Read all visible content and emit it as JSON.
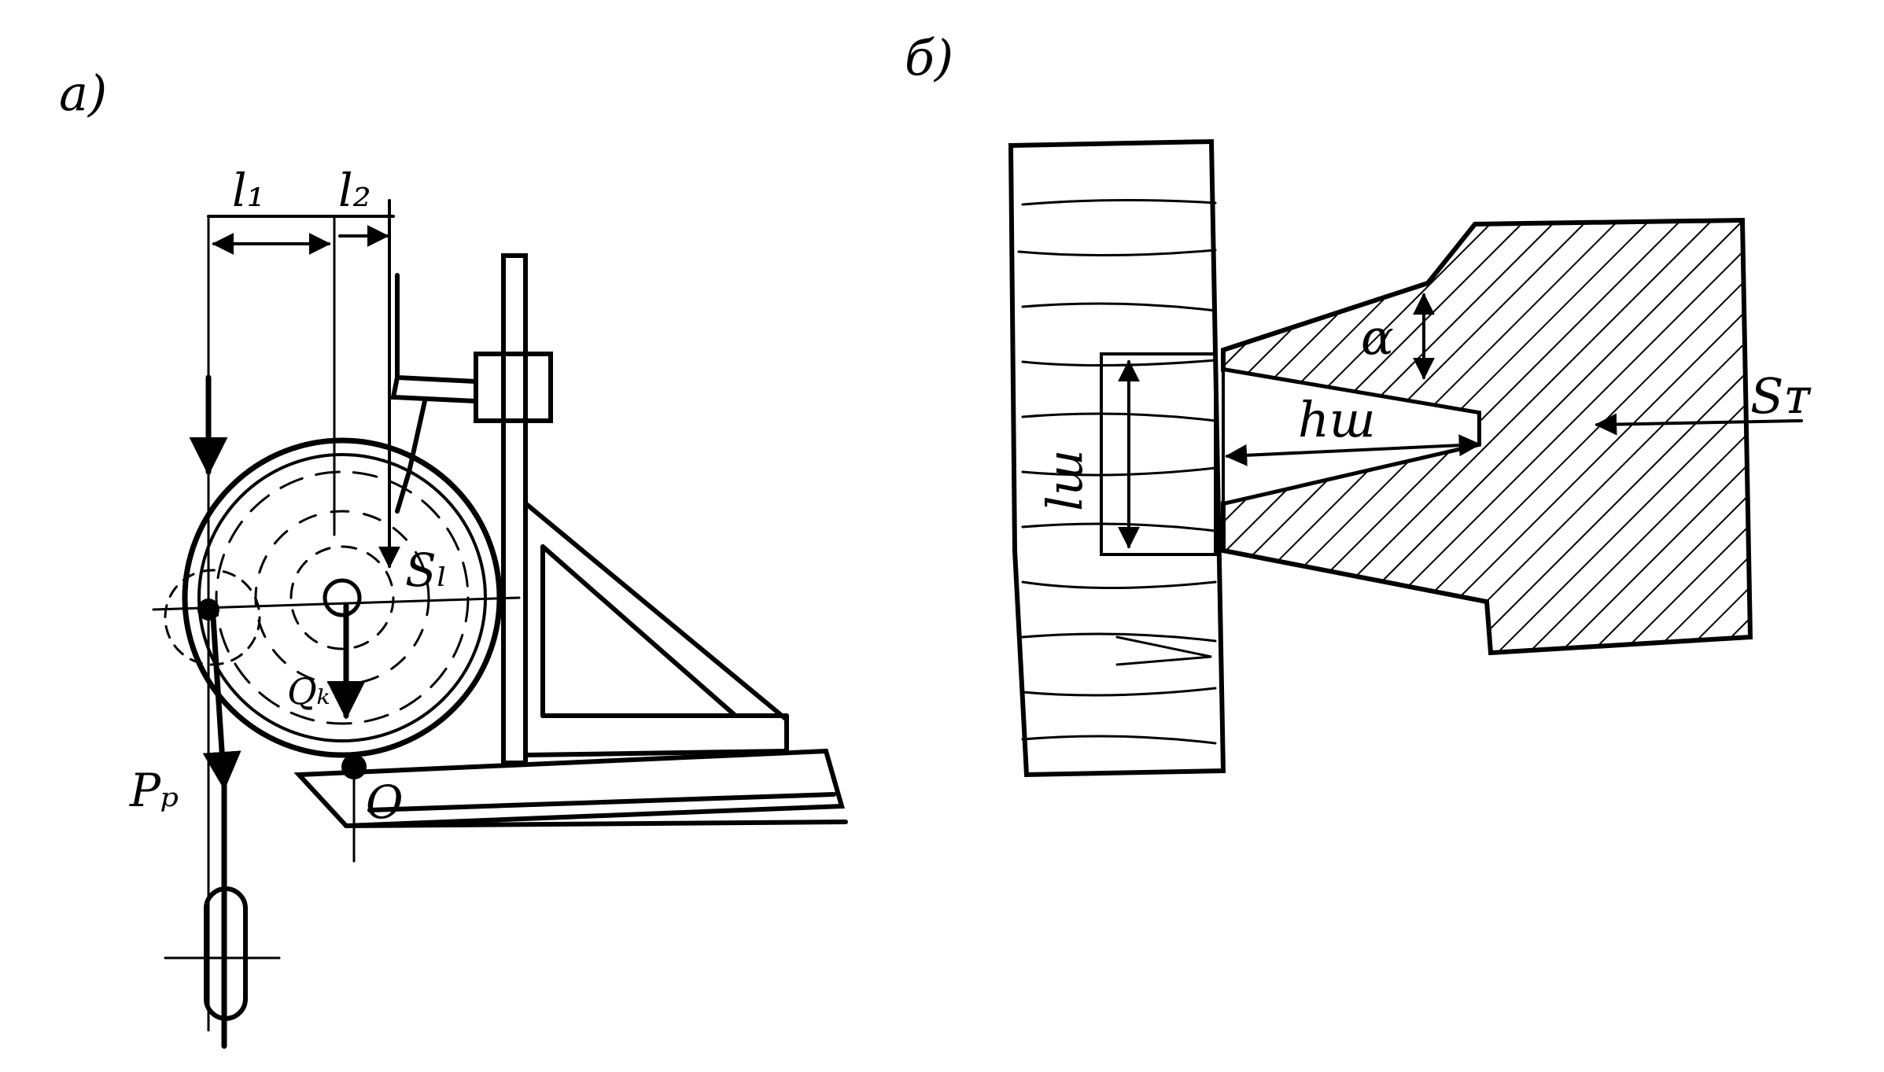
{
  "figure": {
    "panel_a": {
      "label": "a)",
      "dims": {
        "l1": "l₁",
        "l2": "l₂"
      },
      "force_S": "Sₗ",
      "force_Q": "Qₖ",
      "force_P": "Pₚ",
      "point_O": "O"
    },
    "panel_b": {
      "label": "б)",
      "angle": "α",
      "depth": "hш",
      "length": "lш",
      "force_S": "Sᴛ"
    }
  },
  "colors": {
    "ink": "#000000",
    "paper": "#ffffff"
  }
}
